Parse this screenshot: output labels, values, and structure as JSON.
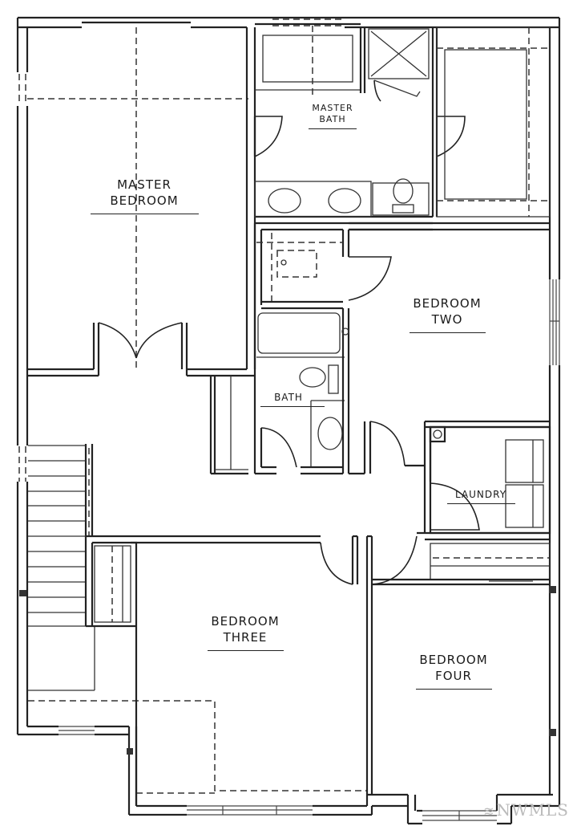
{
  "plan": {
    "rooms": {
      "master_bedroom": {
        "line1": "MASTER",
        "line2": "BEDROOM"
      },
      "master_bath": {
        "line1": "MASTER",
        "line2": "BATH"
      },
      "bedroom_two": {
        "line1": "BEDROOM",
        "line2": "TWO"
      },
      "bath": {
        "line1": "BATH"
      },
      "laundry": {
        "line1": "LAUNDRY"
      },
      "bedroom_three": {
        "line1": "BEDROOM",
        "line2": "THREE"
      },
      "bedroom_four": {
        "line1": "BEDROOM",
        "line2": "FOUR"
      }
    },
    "colors": {
      "line": "#222222",
      "background": "#ffffff",
      "watermark": "#bbbbbb"
    }
  },
  "watermark": {
    "glyph": "≋",
    "text": "NWMLS"
  }
}
